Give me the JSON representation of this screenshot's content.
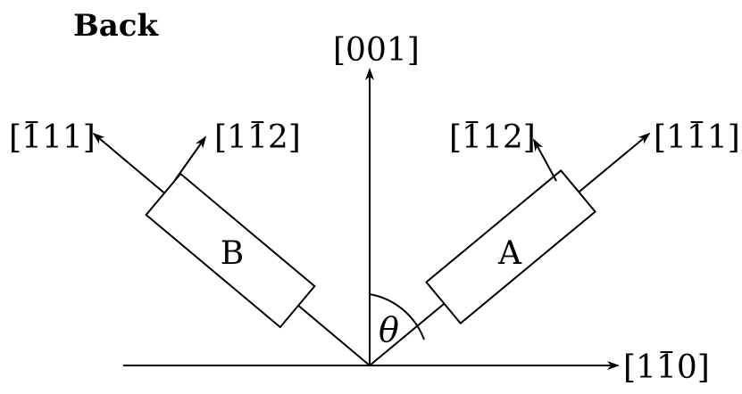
{
  "title": "Back",
  "angle_label": "θ",
  "axes": {
    "vertical": "[001]",
    "horizontal": "[110]",
    "horizontal_bars": [
      false,
      true,
      false
    ]
  },
  "samples": [
    {
      "letter": "A",
      "long_axis": "[111]",
      "long_axis_bars": [
        false,
        true,
        false
      ],
      "side": "[112]",
      "side_bars": [
        true,
        false,
        false
      ]
    },
    {
      "letter": "B",
      "long_axis": "[111]",
      "long_axis_bars": [
        true,
        false,
        false
      ],
      "side": "[112]",
      "side_bars": [
        false,
        true,
        false
      ]
    }
  ]
}
